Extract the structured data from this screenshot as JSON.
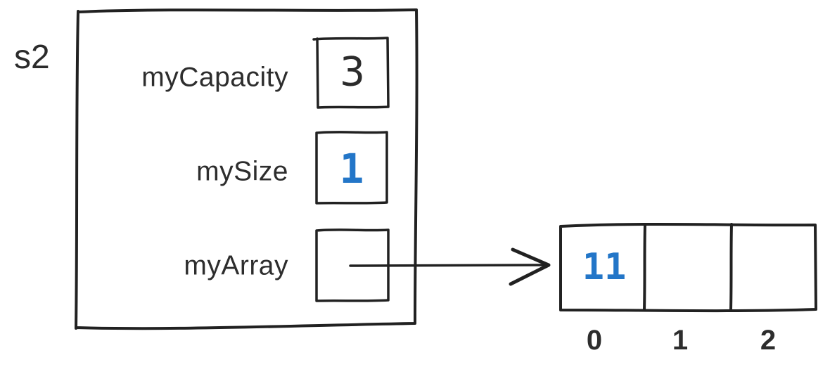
{
  "diagram": {
    "object_reference": "s2",
    "object": {
      "fields": [
        {
          "label": "myCapacity",
          "value": "3",
          "value_style": "dark"
        },
        {
          "label": "mySize",
          "value": "1",
          "value_style": "blue"
        },
        {
          "label": "myArray",
          "value": "",
          "value_style": "pointer"
        }
      ]
    },
    "pointer": {
      "from_field": "myArray",
      "to": "array cell 0"
    },
    "array": {
      "cells": [
        {
          "value": "11",
          "index": "0"
        },
        {
          "value": "",
          "index": "1"
        },
        {
          "value": "",
          "index": "2"
        }
      ]
    }
  },
  "colors": {
    "stroke": "#212121",
    "label": "#2d2d2d",
    "value_dark": "#2b2b2b",
    "value_blue": "#2376c8",
    "background": "#ffffff"
  }
}
